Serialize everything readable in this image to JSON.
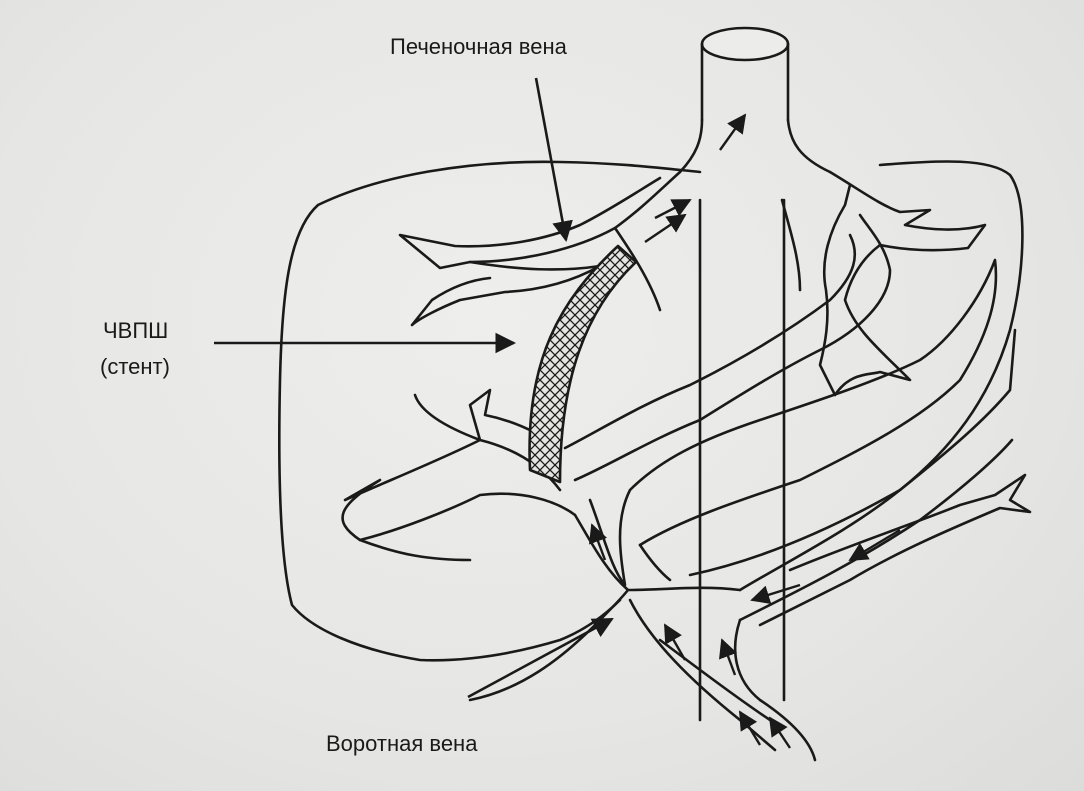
{
  "labels": {
    "hepatic_vein": "Печеночная вена",
    "tips_line1": "ЧВПШ",
    "tips_line2": "(стент)",
    "portal_vein": "Воротная вена"
  },
  "colors": {
    "ink": "#1a1a1a",
    "paper": "#e8e8e6",
    "vessel_fill": "#ececea"
  }
}
